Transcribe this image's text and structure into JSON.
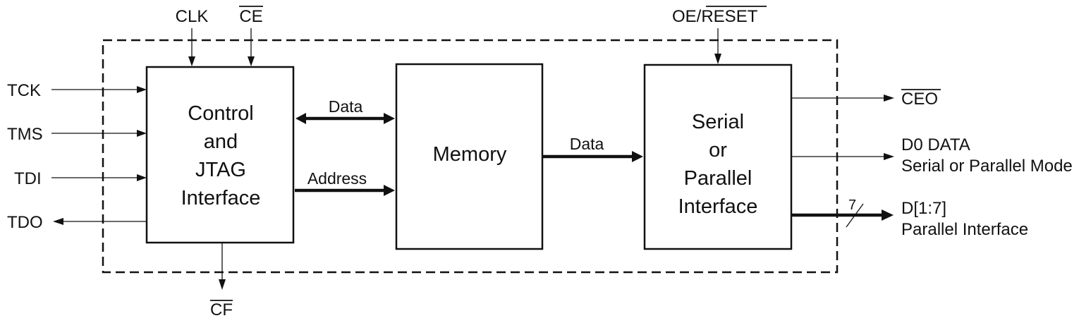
{
  "blocks": {
    "control": [
      "Control",
      "and",
      "JTAG",
      "Interface"
    ],
    "memory": [
      "Memory"
    ],
    "serial": [
      "Serial",
      "or",
      "Parallel",
      "Interface"
    ]
  },
  "signals": {
    "clk": "CLK",
    "ce": "CE",
    "oe_reset_prefix": "OE/",
    "oe_reset_bar": "RESET",
    "tck": "TCK",
    "tms": "TMS",
    "tdi": "TDI",
    "tdo": "TDO",
    "cf": "CF",
    "ceo": "CEO",
    "d0_data": "D0 DATA",
    "d0_mode": "Serial or Parallel Mode",
    "d17": "D[1:7]",
    "d17_desc": "Parallel Interface",
    "bus_width": "7"
  },
  "buses": {
    "ctrl_mem_data": "Data",
    "ctrl_mem_address": "Address",
    "mem_serial_data": "Data"
  }
}
